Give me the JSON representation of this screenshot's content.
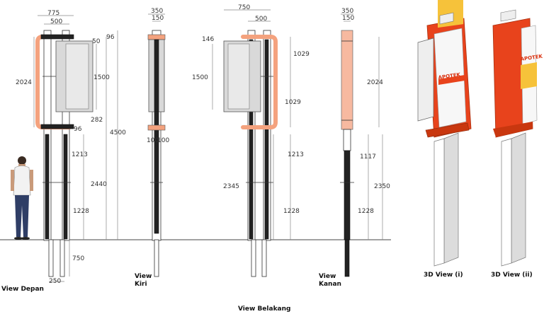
{
  "dims_front": {
    "w775": "775",
    "w500": "500",
    "d96a": "96",
    "d50": "50",
    "h2024": "2024",
    "h1500": "1500",
    "d282": "282",
    "d96b": "96",
    "h1213": "1213",
    "h4500": "4500",
    "h2440": "2440",
    "h1228": "1228",
    "d750": "750",
    "d250": "250"
  },
  "dims_left": {
    "d350": "350",
    "d150": "150",
    "d100a": "100",
    "d100b": "100"
  },
  "dims_back": {
    "w750": "750",
    "w500": "500",
    "d146": "146",
    "d1029a": "1029",
    "h1500": "1500",
    "d1029b": "1029",
    "h1213": "1213",
    "h2345": "2345",
    "h1228": "1228"
  },
  "dims_right": {
    "d350": "350",
    "d150": "150",
    "h2024": "2024",
    "h1117": "1117",
    "h2350": "2350",
    "h1228": "1228"
  },
  "labels": {
    "front": "View Depan",
    "left_1": "View",
    "left_2": "Kiri",
    "right_1": "View",
    "right_2": "Kanan",
    "back": "View Belakang",
    "view3d_1": "3D View (i)",
    "view3d_2": "3D View (ii)"
  },
  "sign_text": {
    "brand": "APOTEK"
  },
  "colors": {
    "frame": "#f4a27e",
    "frame3d": "#e8431c",
    "ground": "#444444"
  }
}
